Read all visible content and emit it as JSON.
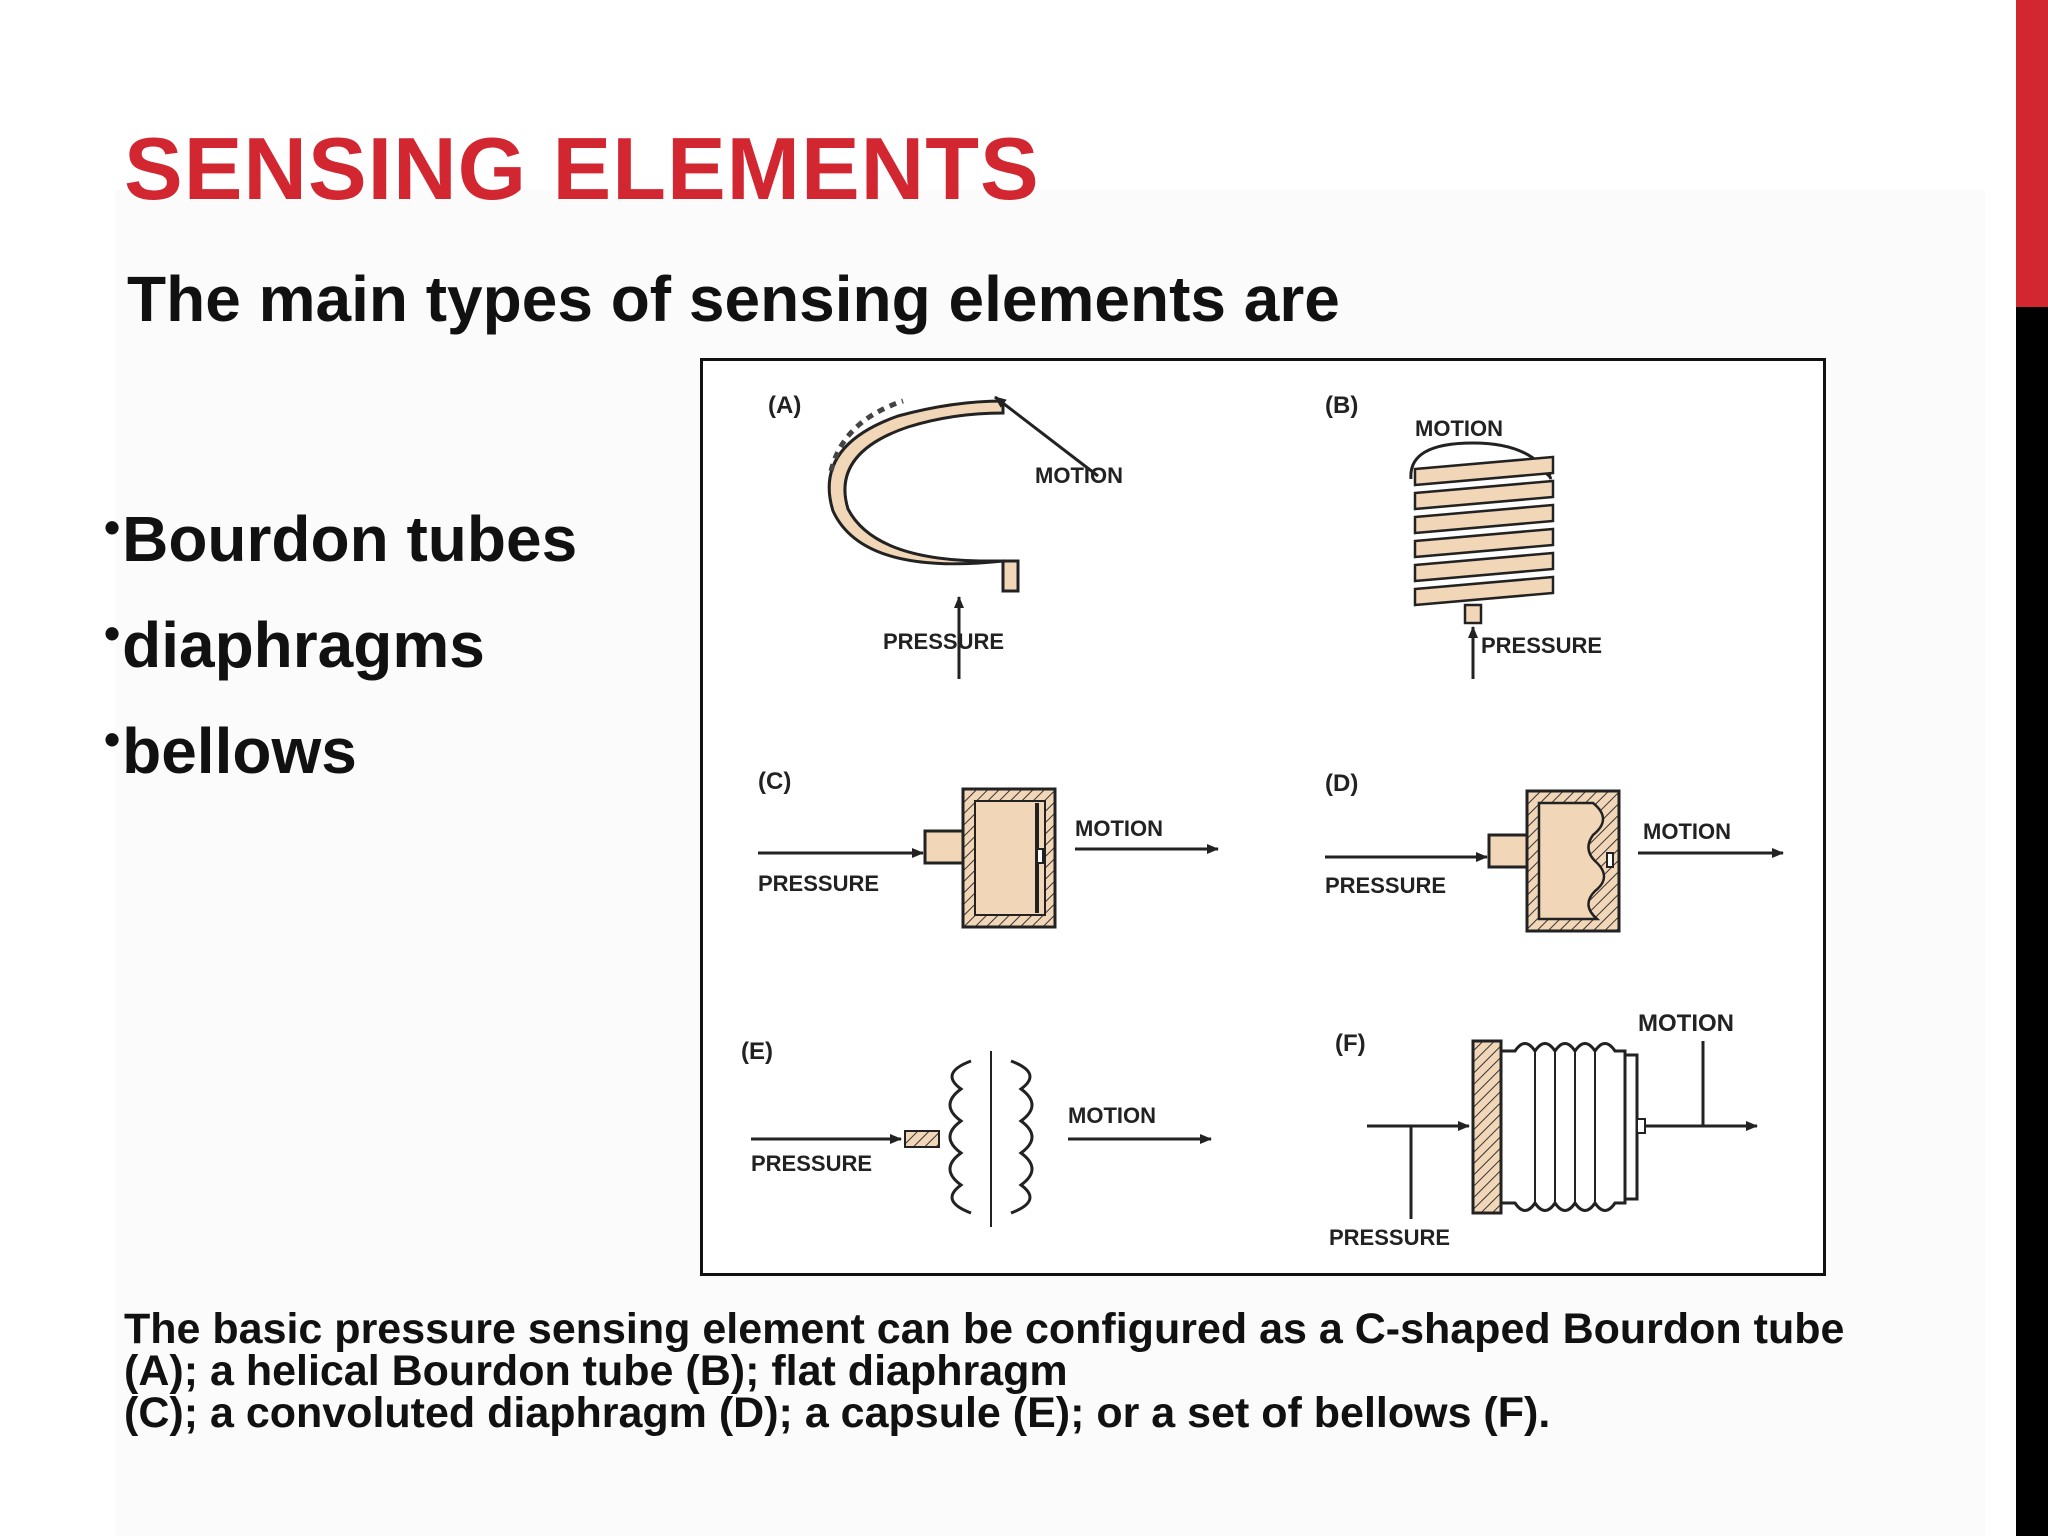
{
  "slide": {
    "title": "SENSING ELEMENTS",
    "subtitle": "The main types of sensing elements are",
    "bullets": [
      "Bourdon tubes",
      "diaphragms",
      "bellows"
    ],
    "bullet_glyph": "•",
    "accent_color": "#d22630",
    "caption_lines": [
      "The basic pressure sensing element can be configured as a C-shaped Bourdon tube",
      "(A); a helical Bourdon tube (B); flat diaphragm",
      "(C); a convoluted diaphragm (D); a capsule (E); or a set of bellows (F)."
    ]
  },
  "figure": {
    "fill_color": "#f2d6b8",
    "panels": [
      {
        "label": "(A)",
        "motion": "MOTION",
        "pressure": "PRESSURE"
      },
      {
        "label": "(B)",
        "motion": "MOTION",
        "pressure": "PRESSURE"
      },
      {
        "label": "(C)",
        "motion": "MOTION",
        "pressure": "PRESSURE"
      },
      {
        "label": "(D)",
        "motion": "MOTION",
        "pressure": "PRESSURE"
      },
      {
        "label": "(E)",
        "motion": "MOTION",
        "pressure": "PRESSURE"
      },
      {
        "label": "(F)",
        "motion": "MOTION",
        "pressure": "PRESSURE"
      }
    ]
  }
}
